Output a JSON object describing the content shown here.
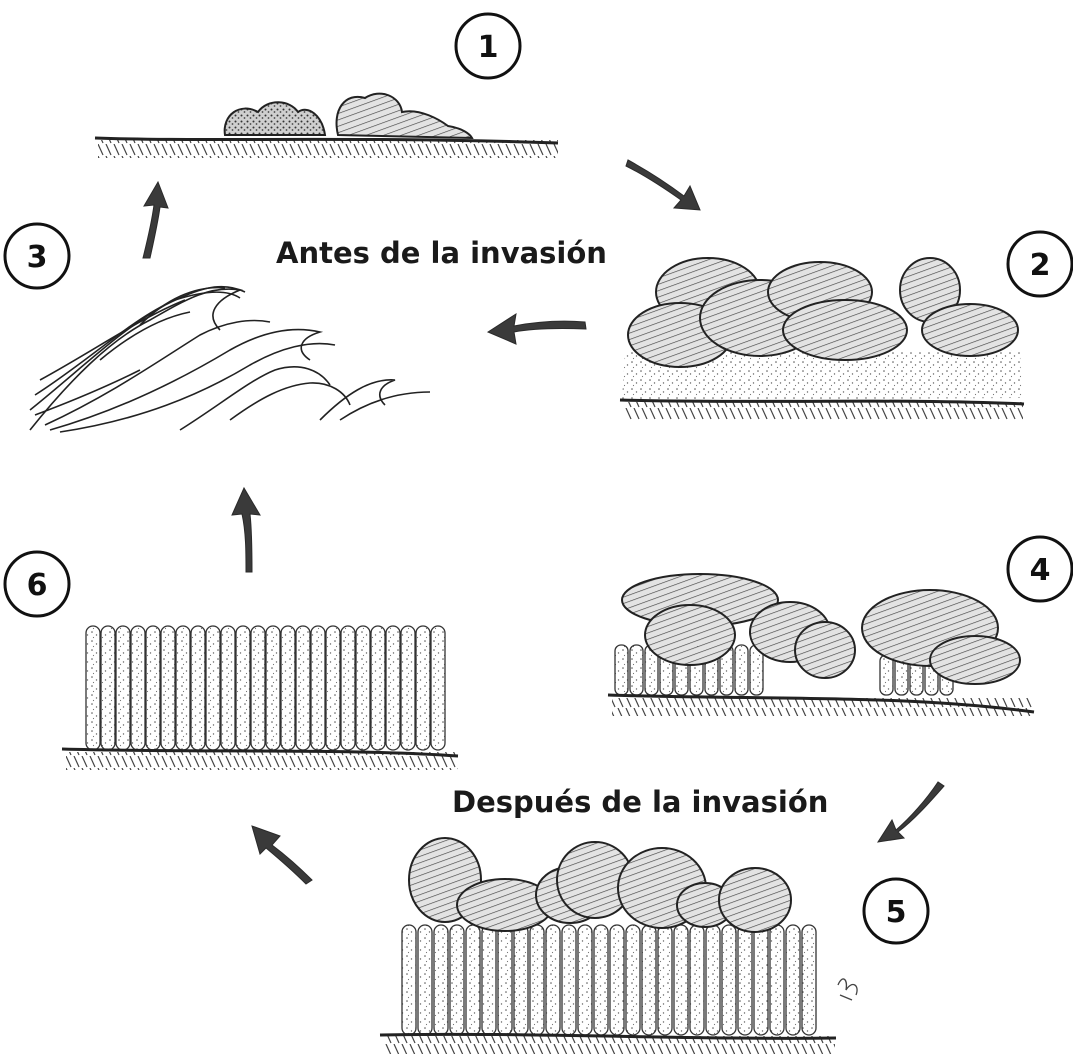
{
  "title_before": "Antes de la invasión",
  "title_after": "Después de la invasión",
  "stages": [
    {
      "number": "1"
    },
    {
      "number": "2"
    },
    {
      "number": "3"
    },
    {
      "number": "4"
    },
    {
      "number": "5"
    },
    {
      "number": "6"
    }
  ],
  "colors": {
    "ink": "#222222",
    "arrow": "#3a3a3a",
    "ground": "#555555",
    "background": "#ffffff"
  }
}
